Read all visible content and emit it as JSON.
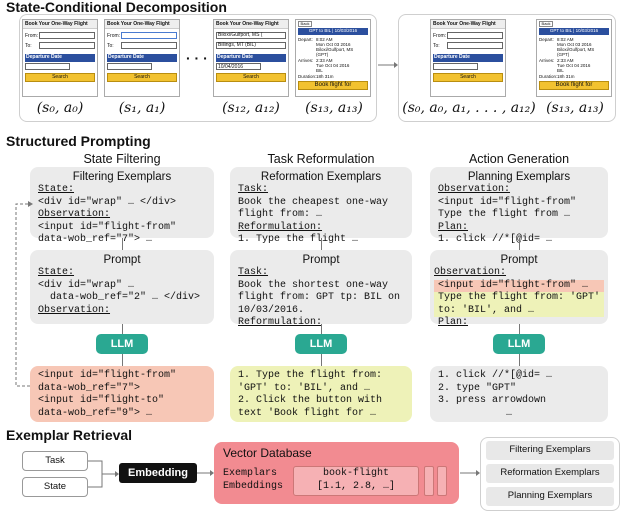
{
  "sections": {
    "state_conditional": "State-Conditional Decomposition",
    "structured_prompting": "Structured Prompting",
    "exemplar_retrieval": "Exemplar Retrieval"
  },
  "screenshots": {
    "header": "Book Your One-Way Flight",
    "from": "From:",
    "to": "To:",
    "departure_date": "Departure Date",
    "search": "Search",
    "s12_from": "Biloxi/Gulfport, MS (",
    "s12_to": "Billings, MT (BIL)",
    "s12_date": "10/04/2016",
    "ellipsis": "· · ·",
    "s13": {
      "back": "Back",
      "header": "GPT to BIL | 10/03/2016",
      "depart_label": "Depart:",
      "depart_lines": [
        "8:02 AM",
        "Mon Oct 03 2016",
        "Biloxi/Gulfport, MS",
        "(GPT)"
      ],
      "arrives_label": "Arrives:",
      "arrives_lines": [
        "2:33 AM",
        "Tue Oct 04 2016",
        "BIL"
      ],
      "duration_label": "Duration:",
      "duration": "18h 31m",
      "button": "Book flight for"
    }
  },
  "state_action_labels": {
    "s0": "(s₀, a₀)",
    "s1": "(s₁, a₁)",
    "s12": "(s₁₂, a₁₂)",
    "s13": "(s₁₃, a₁₃)",
    "merged": "(s₀, a₀, a₁, . . . , a₁₂)",
    "merged_s13": "(s₁₃, a₁₃)"
  },
  "columns": {
    "state_filtering": {
      "title": "State Filtering",
      "exemplar_title": "Filtering Exemplars",
      "exemplar_lines": [
        "State:",
        "<div id=\"wrap\" … </div>",
        "Observation:",
        "<input id=\"flight-from\"",
        "data-wob_ref=\"7\"> …"
      ],
      "prompt_title": "Prompt",
      "prompt_lines": [
        "State:",
        "<div id=\"wrap\" …",
        "  data-wob_ref=\"2\" … </div>",
        "Observation:"
      ],
      "llm": "LLM",
      "output_lines": [
        "<input id=\"flight-from\"",
        "data-wob_ref=\"7\">",
        "<input id=\"flight-to\"",
        "data-wob_ref=\"9\"> …"
      ]
    },
    "task_reformulation": {
      "title": "Task Reformulation",
      "exemplar_title": "Reformation Exemplars",
      "exemplar_lines": [
        "Task:",
        "Book the cheapest one-way",
        "flight from: …",
        "Reformulation:",
        "1. Type the flight …"
      ],
      "prompt_title": "Prompt",
      "prompt_lines": [
        "Task:",
        "Book the shortest one-way",
        "flight from: GPT tp: BIL on",
        "10/03/2016.",
        "Reformulation:"
      ],
      "llm": "LLM",
      "output_lines": [
        "1. Type the flight from:",
        "'GPT' to: 'BIL', and …",
        "2. Click the button with",
        "text 'Book flight for …"
      ]
    },
    "action_generation": {
      "title": "Action Generation",
      "exemplar_title": "Planning Exemplars",
      "exemplar_lines": [
        "Observation:",
        "<input id=\"flight-from\"",
        "Type the flight from …",
        "Plan:",
        "1. click //*[@id= …"
      ],
      "prompt_title": "Prompt",
      "prompt_lines": [
        "Observation:",
        "<input id=\"flight-from\" …",
        "Type the flight from: 'GPT'",
        "to: 'BIL', and …",
        "Plan:"
      ],
      "llm": "LLM",
      "output_lines": [
        "1. click //*[@id= …",
        "2. type \"GPT\"",
        "3. press arrowdown",
        "…"
      ]
    }
  },
  "retrieval": {
    "task": "Task",
    "state": "State",
    "embedding": "Embedding",
    "vector_db": "Vector Database",
    "exemplars_label": "Exemplars",
    "embeddings_label": "Embeddings",
    "exemplar_name": "book-flight",
    "embedding_value": "[1.1, 2.8, …]",
    "results": [
      "Filtering Exemplars",
      "Reformation Exemplars",
      "Planning Exemplars"
    ]
  },
  "colors": {
    "llm": "#2aa892",
    "output_red": "#f8c9b5",
    "output_yellow": "#eef2b8",
    "vector_db": "#f28b91",
    "embedding_box": "#111111",
    "form_label": "#2b4f9e",
    "form_button": "#f2c230"
  }
}
